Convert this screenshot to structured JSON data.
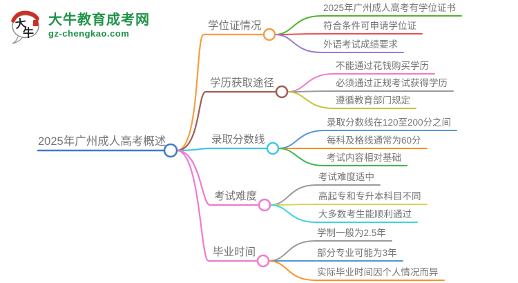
{
  "logo": {
    "icon_text": "大牛",
    "title": "大牛教育成考网",
    "domain": "gz-chengkao.com",
    "brand_color": "#1f9347"
  },
  "mindmap": {
    "root": {
      "label": "2025年广州成人高考概述",
      "color": "#3d7cc4"
    },
    "branches": [
      {
        "label": "学位证情况",
        "color": "#f59e42",
        "children": [
          {
            "label": "2025年广州成人高考有学位证书",
            "color": "#53b12f"
          },
          {
            "label": "符合条件可申请学位证",
            "color": "#e94e51"
          },
          {
            "label": "外语考试成绩要求",
            "color": "#9b79d6"
          }
        ]
      },
      {
        "label": "学历获取途径",
        "color": "#a05d55",
        "children": [
          {
            "label": "不能通过花钱购买学历",
            "color": "#f07ac9"
          },
          {
            "label": "必须通过正规考试获得学历",
            "color": "#9a9a9a"
          },
          {
            "label": "遵循教育部门规定",
            "color": "#c3c437"
          }
        ]
      },
      {
        "label": "录取分数线",
        "color": "#3fc6e6",
        "children": [
          {
            "label": "录取分数线在120至200分之间",
            "color": "#5596d8"
          },
          {
            "label": "每科及格线通常为60分",
            "color": "#ff8a1e"
          },
          {
            "label": "考试内容相对基础",
            "color": "#3eb94e"
          }
        ]
      },
      {
        "label": "考试难度",
        "color": "#f07ad0",
        "children": [
          {
            "label": "考试难度适中",
            "color": "#9a9a9a"
          },
          {
            "label": "高起专和专升本科目不同",
            "color": "#d6d65c"
          },
          {
            "label": "大多数考生能顺利通过",
            "color": "#3fd2e2"
          }
        ]
      },
      {
        "label": "毕业时间",
        "color": "#f07ad0",
        "children": [
          {
            "label": "学制一般为2.5年",
            "color": "#9a9a9a"
          },
          {
            "label": "部分专业可能为3年",
            "color": "#5596d8"
          },
          {
            "label": "实际毕业时间因个人情况而异",
            "color": "#ff9022"
          }
        ]
      }
    ]
  }
}
